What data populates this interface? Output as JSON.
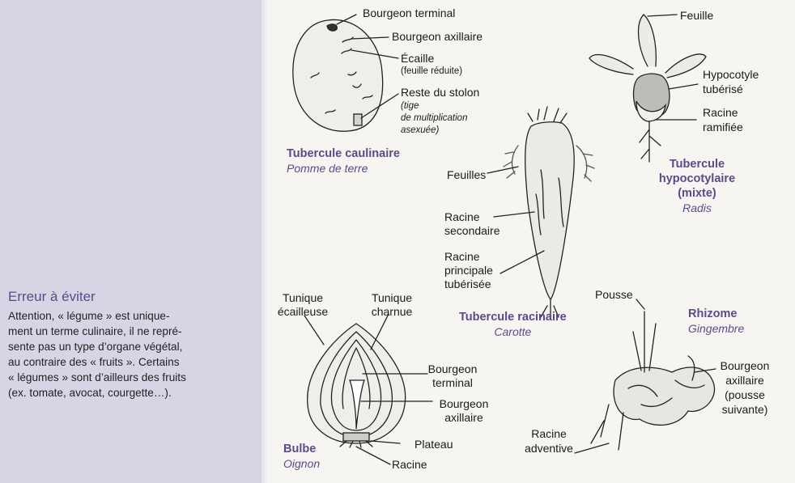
{
  "sidebar": {
    "title": "Erreur à éviter",
    "lines": [
      "Attention, « légume » est unique-",
      "ment un terme culinaire, il ne repré-",
      "sente pas un type d’organe végétal,",
      "au contraire des « fruits ». Certains",
      "« légumes » sont d’ailleurs des fruits",
      "(ex. tomate, avocat, courgette…)."
    ]
  },
  "potato": {
    "labels": {
      "bud_terminal": "Bourgeon terminal",
      "bud_axillary": "Bourgeon axillaire",
      "scale": "Écaille",
      "scale_note": "(feuille réduite)",
      "stolon": "Reste du stolon",
      "stolon_note": [
        "(tige",
        "de multiplication",
        "asexuée)"
      ]
    },
    "caption": "Tubercule caulinaire",
    "subcaption": "Pomme de terre"
  },
  "carrot": {
    "labels": {
      "leaves": "Feuilles",
      "secondary_root": [
        "Racine",
        "secondaire"
      ],
      "main_root": [
        "Racine",
        "principale",
        "tubérisée"
      ]
    },
    "caption": "Tubercule racinaire",
    "subcaption": "Carotte"
  },
  "radish": {
    "labels": {
      "leaf": "Feuille",
      "hypocotyl": [
        "Hypocotyle",
        "tubérisé"
      ],
      "branched_root": [
        "Racine",
        "ramifiée"
      ]
    },
    "caption": [
      "Tubercule",
      "hypocotylaire",
      "(mixte)"
    ],
    "subcaption": "Radis"
  },
  "onion": {
    "labels": {
      "scaly_tunic": [
        "Tunique",
        "écailleuse"
      ],
      "fleshy_tunic": [
        "Tunique",
        "charnue"
      ],
      "bud_terminal": [
        "Bourgeon",
        "terminal"
      ],
      "bud_axillary": [
        "Bourgeon",
        "axillaire"
      ],
      "plate": "Plateau",
      "root": "Racine"
    },
    "caption": "Bulbe",
    "subcaption": "Oignon"
  },
  "ginger": {
    "labels": {
      "shoot": "Pousse",
      "bud_axillary": [
        "Bourgeon",
        "axillaire",
        "(pousse",
        "suivante)"
      ],
      "adventitious_root": [
        "Racine",
        "adventive"
      ]
    },
    "caption": "Rhizome",
    "subcaption": "Gingembre"
  },
  "colors": {
    "accent": "#5b4a8b",
    "sidebar": "#d6d5e4",
    "page": "#f7f5f1"
  }
}
